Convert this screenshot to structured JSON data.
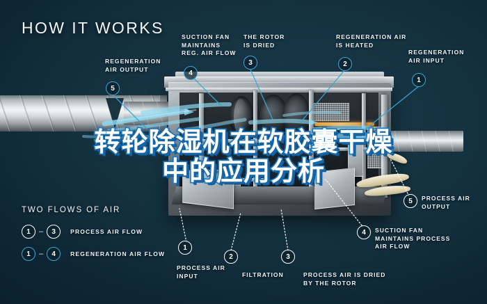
{
  "heading": "HOW IT WORKS",
  "overlay_title": {
    "line1": "转轮除湿机在软胶囊干燥",
    "line2": "中的应用分析"
  },
  "colors": {
    "background_dark": "#0b2231",
    "background_mid": "#14313f",
    "accent_blue": "#3aa7d6",
    "airflow_cyan": "#7fd4ee",
    "text_white": "#eef4f7",
    "title_outline": "#1f7fc4",
    "heater_orange": "#e8a33c"
  },
  "callouts": [
    {
      "id": "regeneration-air-output",
      "number": "5",
      "text": "REGENERATION\nAIR OUTPUT",
      "badge_style": "blue"
    },
    {
      "id": "suction-fan-reg",
      "number": "4",
      "text": "SUCTION FAN\nMAINTAINS\nREG. AIR FLOW",
      "badge_style": "blue"
    },
    {
      "id": "the-rotor-is-dried",
      "number": "3",
      "text": "THE ROTOR\nIS DRIED",
      "badge_style": "blue"
    },
    {
      "id": "regeneration-air-is-heated",
      "number": "2",
      "text": "REGENERATION AIR\nIS HEATED",
      "badge_style": "blue"
    },
    {
      "id": "regeneration-air-input",
      "number": "1",
      "text": "REGENERATION\nAIR INPUT",
      "badge_style": "blue"
    },
    {
      "id": "process-air-output",
      "number": "5",
      "text": "PROCESS AIR\nOUTPUT",
      "badge_style": "white"
    },
    {
      "id": "suction-fan-process",
      "number": "4",
      "text": "SUCTION FAN\nMAINTAINS PROCESS\nAIR FLOW",
      "badge_style": "white"
    },
    {
      "id": "process-air-input",
      "number": "1",
      "text": "PROCESS AIR\nINPUT",
      "badge_style": "white"
    },
    {
      "id": "filtration",
      "number": "2",
      "text": "FILTRATION",
      "badge_style": "white"
    },
    {
      "id": "process-air-is-dried",
      "number": "3",
      "text": "PROCESS AIR IS DRIED\nBY THE ROTOR",
      "badge_style": "white"
    }
  ],
  "legend": {
    "title": "TWO FLOWS OF AIR",
    "rows": [
      {
        "from": "1",
        "to": "3",
        "dash": "–",
        "label": "PROCESS AIR FLOW",
        "style": "white"
      },
      {
        "from": "1",
        "to": "4",
        "dash": "–",
        "label": "REGENERATION AIR FLOW",
        "style": "blue"
      }
    ]
  }
}
